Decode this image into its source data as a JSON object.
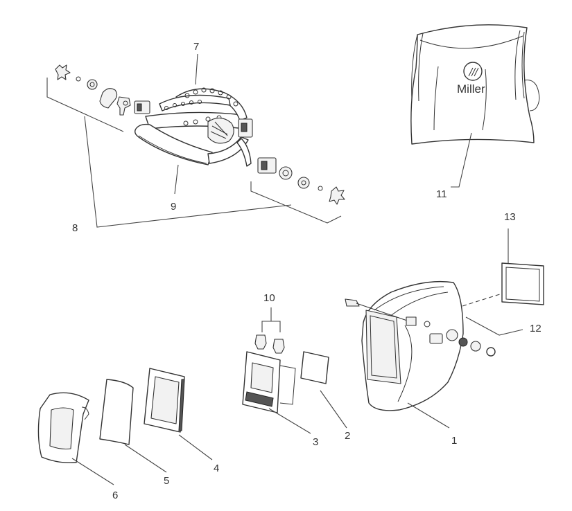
{
  "callouts": {
    "c1": "1",
    "c2": "2",
    "c3": "3",
    "c4": "4",
    "c5": "5",
    "c6": "6",
    "c7": "7",
    "c8": "8",
    "c9": "9",
    "c10": "10",
    "c11": "11",
    "c12": "12",
    "c13": "13"
  },
  "bag": {
    "brand": "Miller"
  }
}
